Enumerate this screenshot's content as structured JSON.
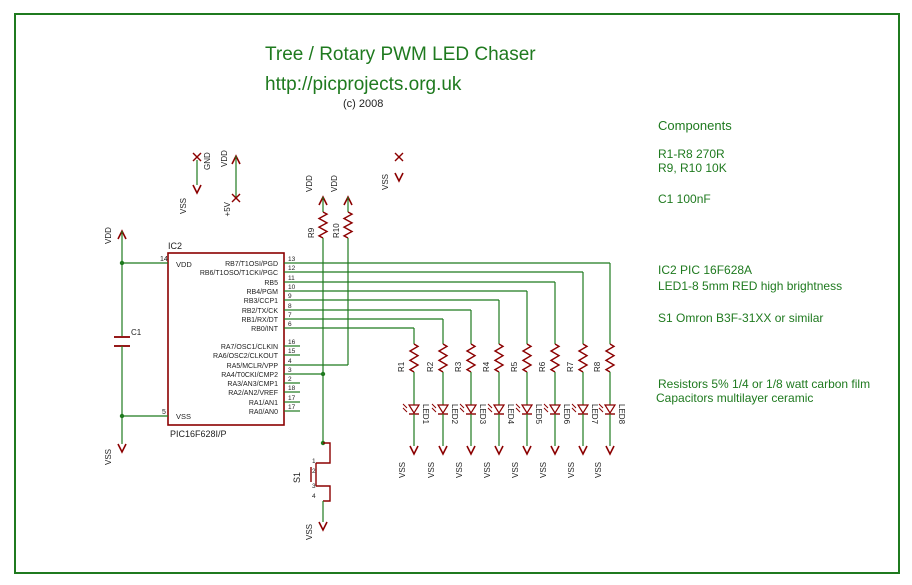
{
  "title": "Tree / Rotary PWM LED Chaser",
  "url": "http://picprojects.org.uk",
  "copyright": "(c) 2008",
  "components": {
    "heading": "Components",
    "lines": [
      "R1-R8   270R",
      "R9, R10  10K",
      "C1  100nF",
      "IC2  PIC 16F628A",
      "LED1-8 5mm RED high brightness",
      "S1  Omron B3F-31XX or similar",
      "Resistors 5% 1/4 or 1/8 watt carbon film",
      "Capacitors multilayer ceramic"
    ]
  },
  "ic": {
    "ref": "IC2",
    "part": "PIC16F628I/P",
    "vdd_pin_name": "VDD",
    "vdd_pin_num": "14",
    "vss_pin_name": "VSS",
    "vss_pin_num": "5",
    "pins_right": [
      {
        "name": "RB7/T1OSI/PGD",
        "num": "13"
      },
      {
        "name": "RB6/T1OSO/T1CKI/PGC",
        "num": "12"
      },
      {
        "name": "RB5",
        "num": "11"
      },
      {
        "name": "RB4/PGM",
        "num": "10"
      },
      {
        "name": "RB3/CCP1",
        "num": "9"
      },
      {
        "name": "RB2/TX/CK",
        "num": "8"
      },
      {
        "name": "RB1/RX/DT",
        "num": "7"
      },
      {
        "name": "RB0/INT",
        "num": "6"
      },
      {
        "name": "RA7/OSC1/CLKIN",
        "num": "16"
      },
      {
        "name": "RA6/OSC2/CLKOUT",
        "num": "15"
      },
      {
        "name": "RA5/MCLR/VPP",
        "num": "4"
      },
      {
        "name": "RA4/T0CKI/CMP2",
        "num": "3"
      },
      {
        "name": "RA3/AN3/CMP1",
        "num": "2"
      },
      {
        "name": "RA2/AN2/VREF",
        "num": "18"
      },
      {
        "name": "RA1/AN1",
        "num": "17"
      },
      {
        "name": "RA0/AN0",
        "num": "17"
      }
    ]
  },
  "power": {
    "vdd": "VDD",
    "vss": "VSS",
    "gnd": "GND",
    "plus5v": "+5V"
  },
  "parts": {
    "capacitor": "C1",
    "pullups": [
      "R9",
      "R10"
    ],
    "resistors": [
      "R1",
      "R2",
      "R3",
      "R4",
      "R5",
      "R6",
      "R7",
      "R8"
    ],
    "leds": [
      "LED1",
      "LED2",
      "LED3",
      "LED4",
      "LED5",
      "LED6",
      "LED7",
      "LED8"
    ],
    "switch": "S1",
    "switch_pins": [
      "1",
      "2",
      "3",
      "4"
    ]
  },
  "colors": {
    "wire": "#1f7a1f",
    "symbol": "#8b0000",
    "text": "#222222",
    "border": "#1f7a1f"
  }
}
